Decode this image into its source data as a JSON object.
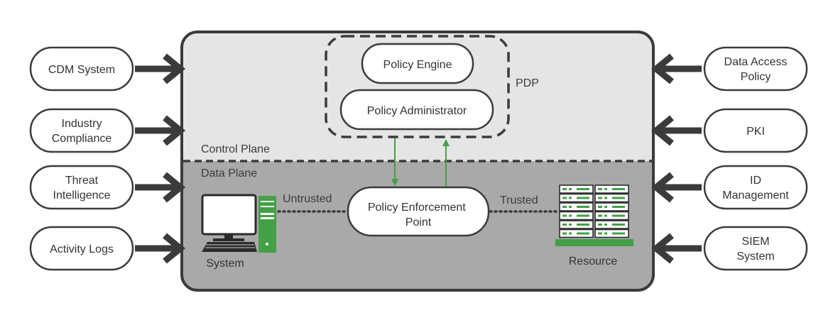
{
  "diagram": {
    "left_inputs": [
      "CDM System",
      "Industry|Compliance",
      "Threat|Intelligence",
      "Activity Logs"
    ],
    "right_inputs": [
      "Data Access|Policy",
      "PKI",
      "ID|Management",
      "SIEM|System"
    ],
    "control_plane": {
      "label": "Control Plane"
    },
    "data_plane": {
      "label": "Data Plane"
    },
    "pdp": {
      "label": "PDP",
      "policy_engine": "Policy Engine",
      "policy_administrator": "Policy Administrator"
    },
    "pep": "Policy Enforcement|Point",
    "untrusted_label": "Untrusted",
    "trusted_label": "Trusted",
    "system_label": "System",
    "resource_label": "Resource",
    "colors": {
      "control_plane_fill": "#e5e5e5",
      "data_plane_fill": "#a9a9a9",
      "outline": "#3b3b3b",
      "accent_green": "#43a047",
      "arrow": "#3b3b3b"
    }
  }
}
